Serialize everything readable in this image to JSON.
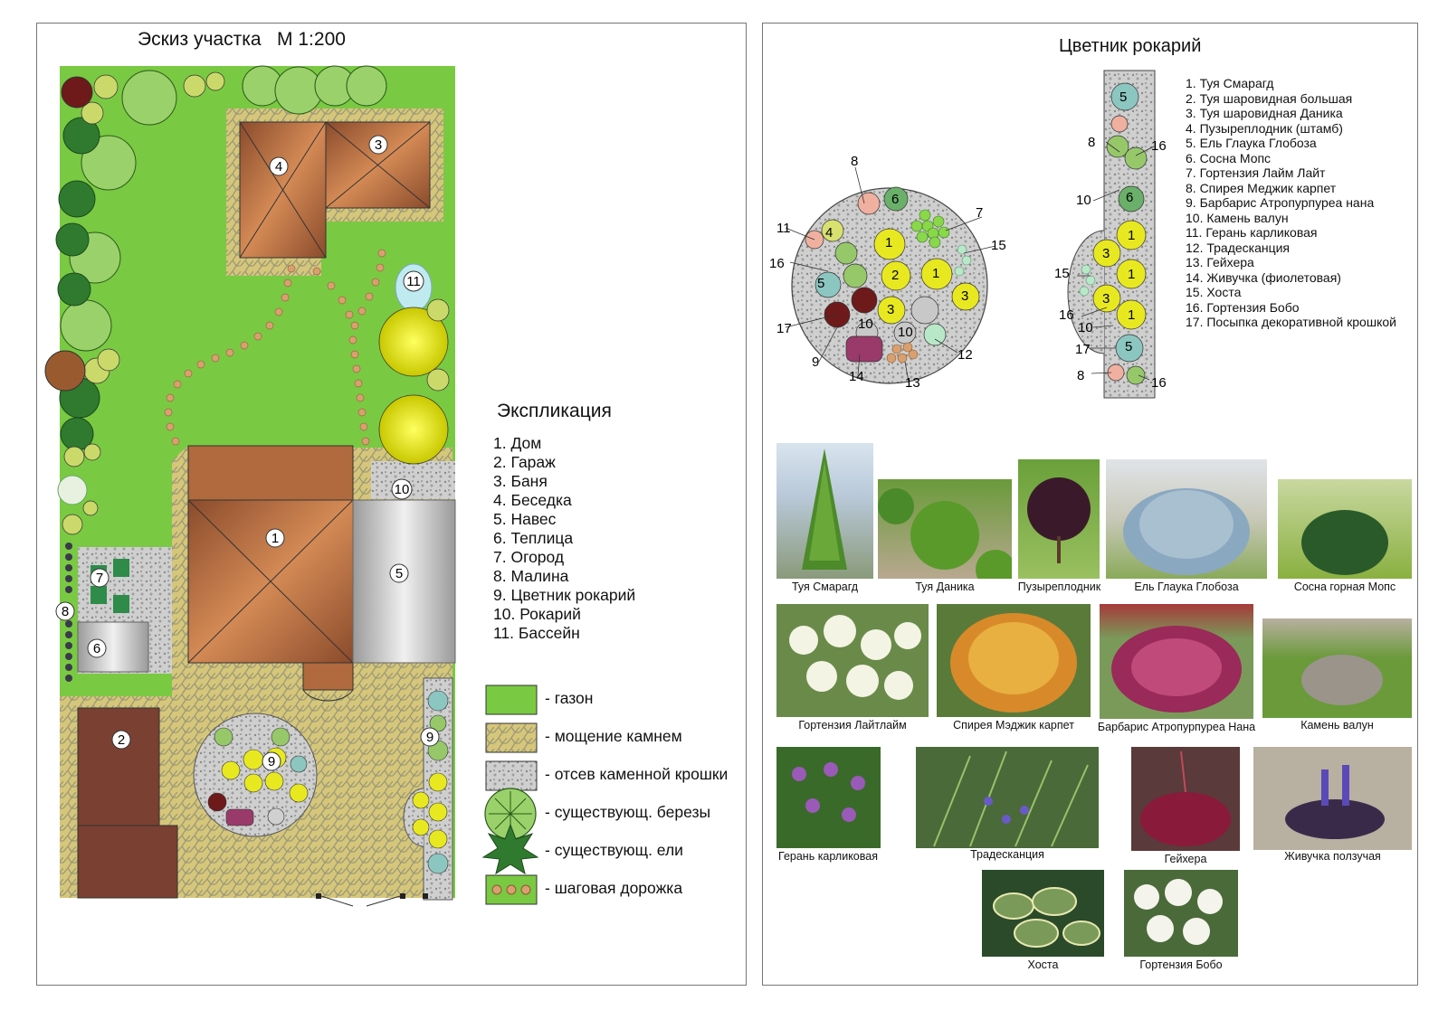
{
  "plan": {
    "title": "Эскиз участка   М 1:200",
    "labels": [
      "1",
      "2",
      "3",
      "4",
      "5",
      "6",
      "7",
      "8",
      "9",
      "10",
      "11"
    ]
  },
  "explication": {
    "title": "Экспликация",
    "items": [
      "1. Дом",
      "2. Гараж",
      "3. Баня",
      "4. Беседка",
      "5. Навес",
      "6. Теплица",
      "7. Огород",
      "8. Малина",
      "9. Цветник рокарий",
      "10. Рокарий",
      "11. Бассейн"
    ]
  },
  "legend": [
    {
      "label": "- газон",
      "swatch": "lawn"
    },
    {
      "label": "- мощение камнем",
      "swatch": "paving"
    },
    {
      "label": "- отсев каменной крошки",
      "swatch": "gravel"
    },
    {
      "label": "- существующ. березы",
      "swatch": "birch-icon"
    },
    {
      "label": "- существующ. ели",
      "swatch": "spruce-icon"
    },
    {
      "label": "- шаговая дорожка",
      "swatch": "path"
    }
  ],
  "rockery": {
    "title": "Цветник рокарий",
    "plants": [
      "1. Туя Смарагд",
      "2. Туя шаровидная большая",
      "3. Туя шаровидная Даника",
      "4. Пузыреплодник (штамб)",
      "5. Ель Глаука Глобоза",
      "6. Сосна Мопс",
      "7. Гортензия Лайм Лайт",
      "8. Спирея Меджик карпет",
      "9. Барбарис Атропурпуреа нана",
      "10. Камень валун",
      "11. Герань карликовая",
      "12. Традесканция",
      "13. Гейхера",
      "14. Живучка (фиолетовая)",
      "15. Хоста",
      "16. Гортензия Бобо",
      "17. Посыпка декоративной крошкой"
    ],
    "circle_labels": [
      "8",
      "7",
      "11",
      "4",
      "6",
      "1",
      "15",
      "16",
      "5",
      "2",
      "1",
      "3",
      "3",
      "17",
      "10",
      "10",
      "12",
      "9",
      "14",
      "13"
    ],
    "strip_labels": [
      "5",
      "8",
      "16",
      "10",
      "6",
      "1",
      "15",
      "3",
      "1",
      "16",
      "3",
      "1",
      "10",
      "17",
      "5",
      "8",
      "16"
    ]
  },
  "photos": [
    {
      "label": "Туя Смарагд"
    },
    {
      "label": "Туя Даника"
    },
    {
      "label": "Пузыреплодник"
    },
    {
      "label": "Ель Глаука Глобоза"
    },
    {
      "label": "Сосна горная Мопс"
    },
    {
      "label": "Гортензия Лайтлайм"
    },
    {
      "label": "Спирея Мэджик карпет"
    },
    {
      "label": "Барбарис Атропурпуреа Нана"
    },
    {
      "label": "Камень валун"
    },
    {
      "label": "Герань карликовая"
    },
    {
      "label": "Традесканция"
    },
    {
      "label": "Гейхера"
    },
    {
      "label": "Живучка ползучая"
    },
    {
      "label": "Хоста"
    },
    {
      "label": "Гортензия Бобо"
    }
  ],
  "colors": {
    "lawn": "#7ac943",
    "paving": "#d8c87a",
    "gravel": "#c7c7c7",
    "roof": "#b66a3a",
    "garage": "#7a4032",
    "yellow_shrub": "#e8e820"
  }
}
